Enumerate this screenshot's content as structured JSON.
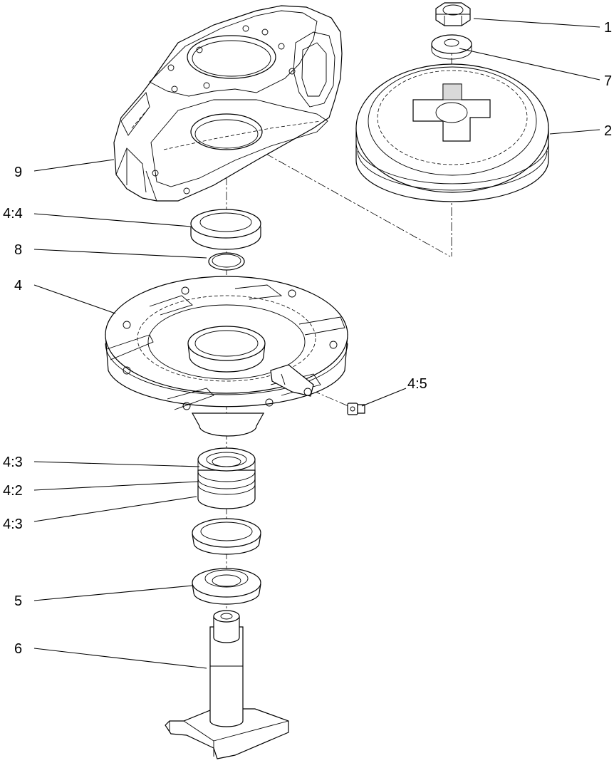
{
  "callouts": {
    "c1": "1",
    "c7": "7",
    "c2": "2",
    "c9": "9",
    "c44": "4:4",
    "c8": "8",
    "c4": "4",
    "c45": "4:5",
    "c43a": "4:3",
    "c42": "4:2",
    "c43b": "4:3",
    "c5": "5",
    "c6": "6"
  }
}
